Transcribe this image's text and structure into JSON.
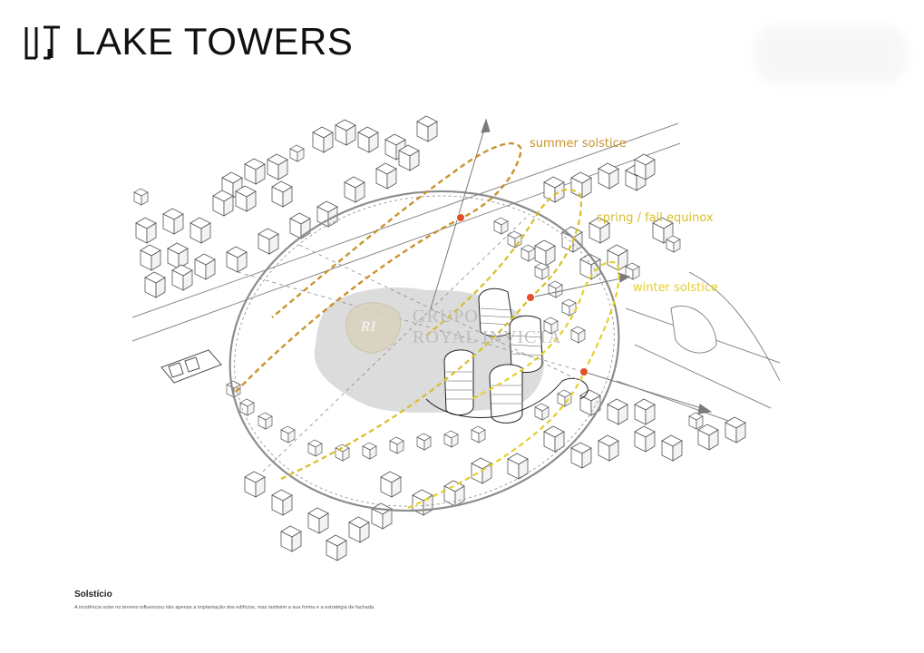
{
  "header": {
    "title": "LAKE TOWERS",
    "logo_icon": "ltj-monogram-icon"
  },
  "diagram": {
    "labels": {
      "summer": "summer solstice",
      "equinox": "spring / fall equinox",
      "winter": "winter solstice"
    },
    "colors": {
      "summer": "#c9932e",
      "equinox": "#d8bf2a",
      "winter": "#e5cf2c",
      "sun_marker": "#e0502a",
      "line": "#7a7a7a"
    },
    "watermark": {
      "line1": "GRUPO",
      "line2": "ROYAL INVICTA",
      "monogram": "RI"
    }
  },
  "caption": {
    "title": "Solstício",
    "body": "A incidência solar no terreno influenciou não apenas a implantação dos edifícios, mas também a sua forma e a estratégia de fachada."
  }
}
